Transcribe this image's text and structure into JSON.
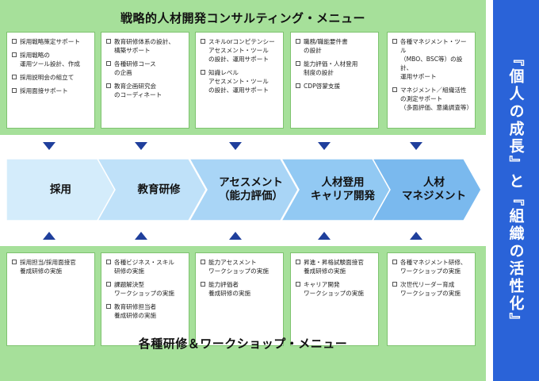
{
  "top_menu": {
    "title": "戦略的人材開発コンサルティング・メニュー",
    "columns": [
      [
        "採用戦略策定サポート",
        "採用戦略の\n運用ツール設計、作成",
        "採用説明会の組立て",
        "採用面接サポート"
      ],
      [
        "教育研修体系の設計、\n構築サポート",
        "各種研修コース\nの企画",
        "教育企画研究会\nのコーディネート"
      ],
      [
        "スキルorコンピテンシー\nアセスメント・ツール\nの設計、運用サポート",
        "知識レベル\nアセスメント・ツール\nの設計、運用サポート"
      ],
      [
        "職務/職能要件書\nの設計",
        "能力評価・人材登用\n制度の設計",
        "CDP啓蒙支援"
      ],
      [
        "各種マネジメント・ツール\n（MBO、BSC等）の設計、\n運用サポート",
        "マネジメント／組織活性\nの測定サポート\n（多面評価、意識調査等）"
      ]
    ]
  },
  "flow": {
    "steps": [
      "採用",
      "教育研修",
      "アセスメント\n（能力評価）",
      "人材登用\nキャリア開発",
      "人材\nマネジメント"
    ],
    "colors": [
      "#d4ecfb",
      "#bfe1f9",
      "#a9d5f6",
      "#92c9f3",
      "#7ab9ee"
    ]
  },
  "bottom_menu": {
    "title": "各種研修＆ワークショップ・メニュー",
    "columns": [
      [
        "採用担当/採用面接官\n養成研修の実施"
      ],
      [
        "各種ビジネス・スキル\n研修の実施",
        "課題解決型\nワークショップの実施",
        "教育研修担当者\n養成研修の実施"
      ],
      [
        "能力アセスメント\nワークショップの実施",
        "能力評価者\n養成研修の実施"
      ],
      [
        "昇進・昇格試験面接官\n養成研修の実施",
        "キャリア開発\nワークショップの実施"
      ],
      [
        "各種マネジメント研修、\nワークショップの実施",
        "次世代リーダー育成\nワークショップの実施"
      ]
    ]
  },
  "side": {
    "text": "『個人の成長』と『組織の活性化』"
  },
  "colors": {
    "panel_green": "#a6e09a",
    "arrow_navy": "#1f3f9c",
    "side_blue": "#2a63d8"
  }
}
